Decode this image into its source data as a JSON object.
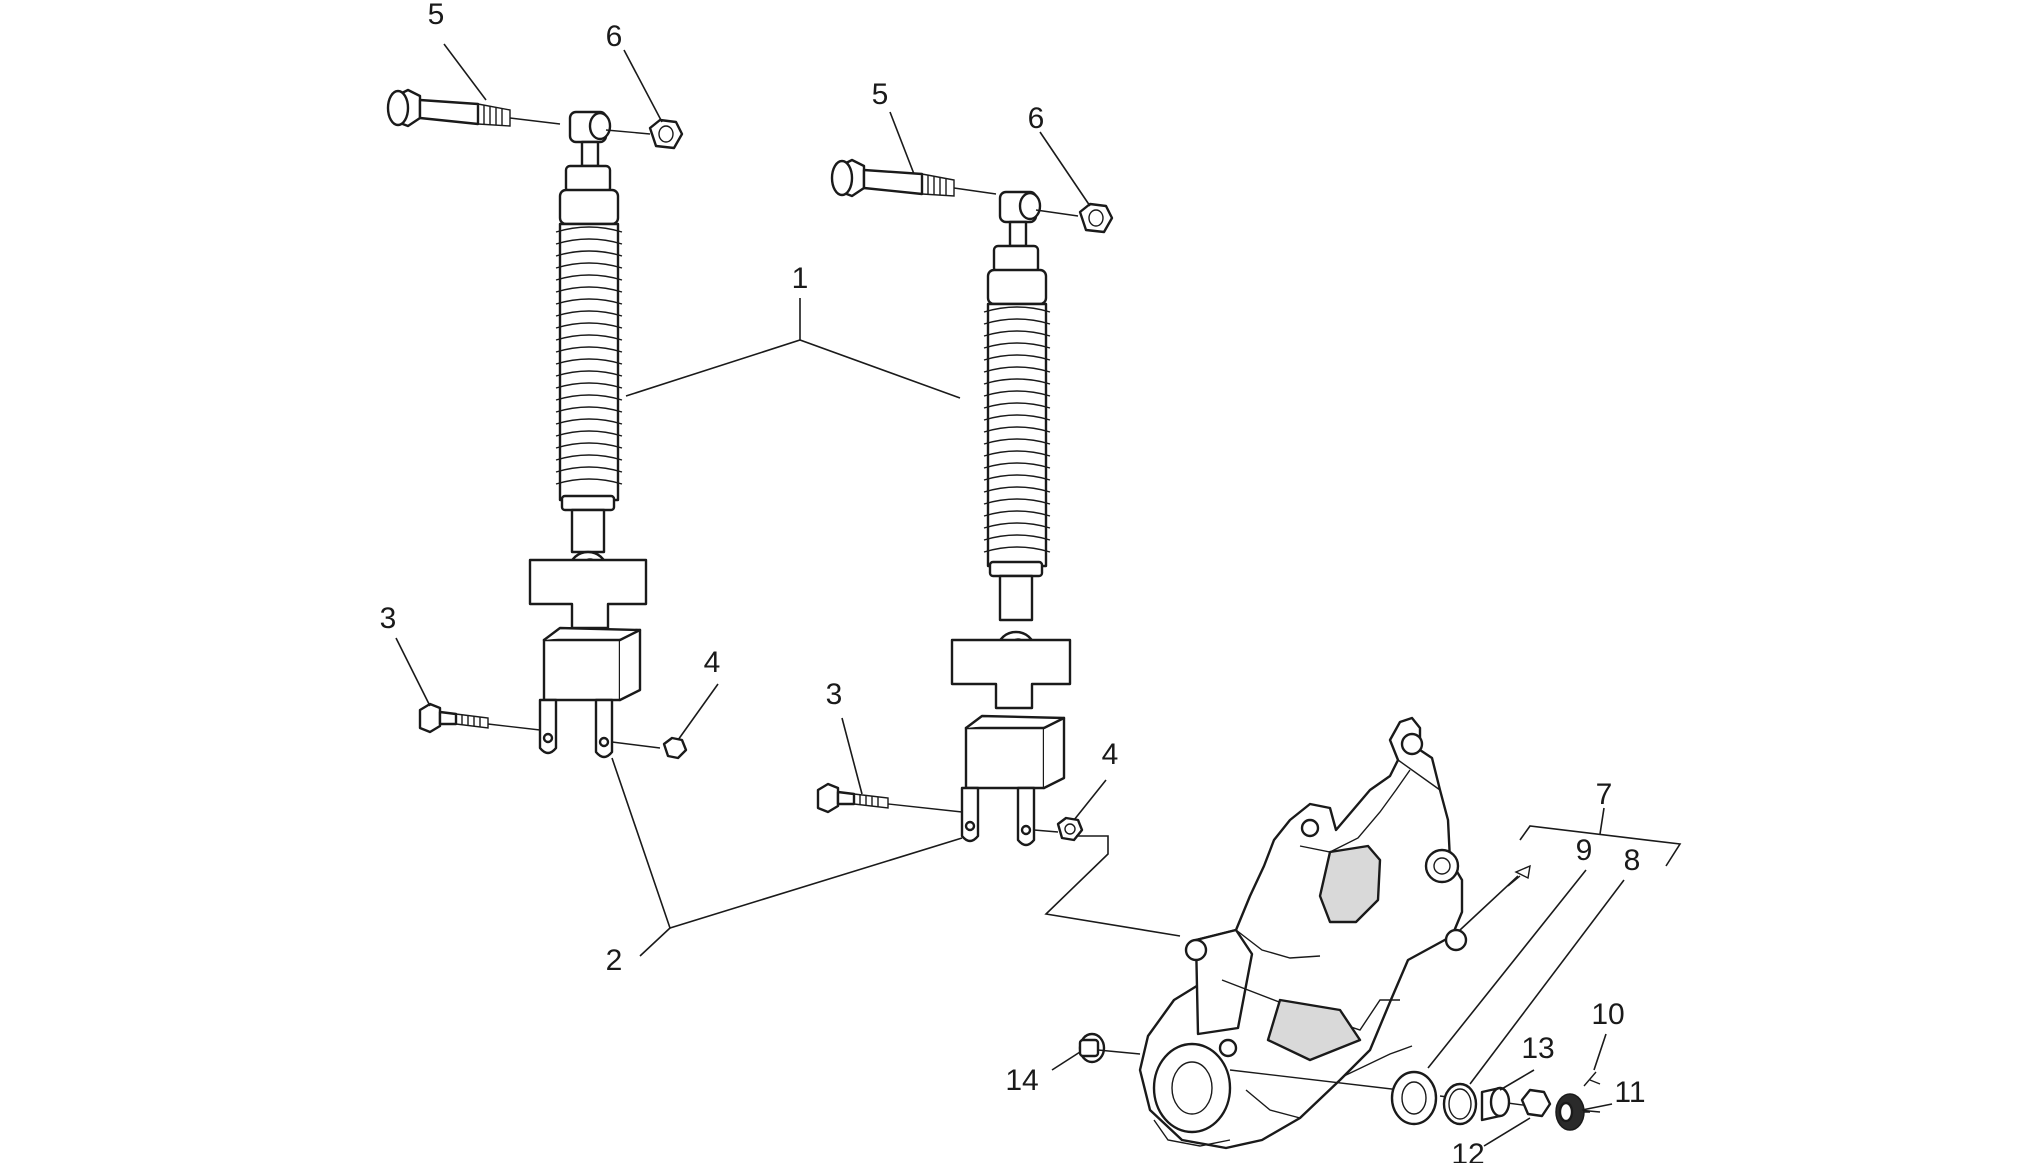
{
  "diagram": {
    "callouts": {
      "c1": "1",
      "c2": "2",
      "c3a": "3",
      "c3b": "3",
      "c4a": "4",
      "c4b": "4",
      "c5a": "5",
      "c5b": "5",
      "c6a": "6",
      "c6b": "6",
      "c7": "7",
      "c8": "8",
      "c9": "9",
      "c10": "10",
      "c11": "11",
      "c12": "12",
      "c13": "13",
      "c14": "14"
    }
  }
}
